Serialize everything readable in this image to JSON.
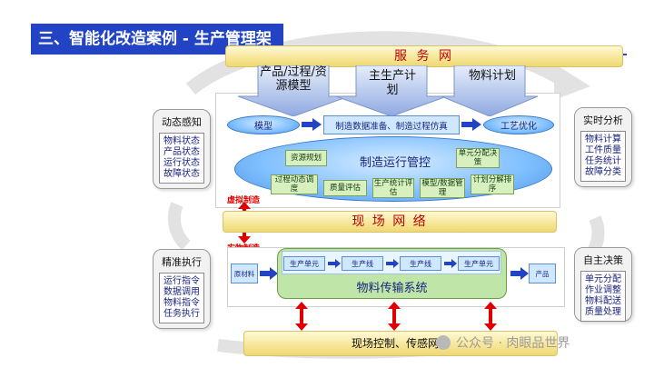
{
  "title": "三、智能化改造案例 - 生产管理架",
  "service_network": "服  务  网",
  "field_network": "现  场  网  络",
  "bottom_network": "现场控制、传感网络",
  "top_arrows": [
    "产品/过程/资源模型",
    "主生产计 划",
    "物料计划"
  ],
  "flow_row": {
    "left": "模型",
    "middle": "制造数据准备、制造过程仿真",
    "right": "工艺优化"
  },
  "operations": {
    "center_title": "制造运行管控",
    "boxes": [
      "资源规划",
      "单元分配决策",
      "过程动态调度",
      "质量评估",
      "生产统计评估",
      "模型/数据管理",
      "计划分解排序"
    ]
  },
  "virtual_label": "虚拟制造",
  "physical_label": "实物制造",
  "production": {
    "raw_material": "原材料",
    "units": [
      "生产单元",
      "生产线",
      "生产线",
      "生产单元"
    ],
    "transport": "物料传输系统",
    "product": "产品"
  },
  "panels": {
    "perception": {
      "title": "动态感知",
      "items": [
        "物料状态",
        "产品状态",
        "运行状态",
        "故障状态"
      ]
    },
    "execution": {
      "title": "精准执行",
      "items": [
        "运行指令",
        "数据调用",
        "物料指令",
        "任务执行"
      ]
    },
    "analysis": {
      "title": "实时分析",
      "items": [
        "物料计算",
        "工件质量",
        "任务统计",
        "故障分类"
      ]
    },
    "decision": {
      "title": "自主决策",
      "items": [
        "单元分配",
        "作业调整",
        "物料配送",
        "质量处理"
      ]
    }
  },
  "watermark": "公众号 · 肉眼品世界",
  "colors": {
    "title_bg": "#2244c4",
    "network_text": "#c00000",
    "red_arrow": "#e00000",
    "ellipse": "#7fbfff"
  }
}
